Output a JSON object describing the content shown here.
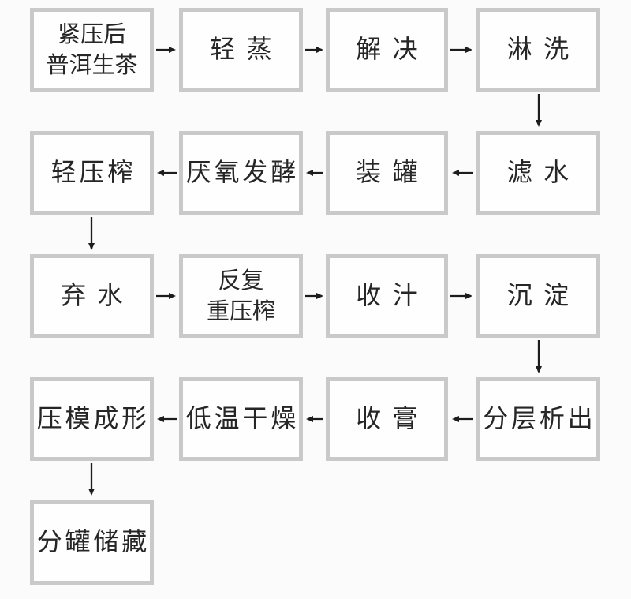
{
  "diagram": {
    "type": "flowchart",
    "subject": "紧压后普洱生茶加工流程",
    "colors": {
      "background": "#fbfbfb",
      "box_fill": "#fefefe",
      "box_border": "#c9c9c9",
      "text": "#262626",
      "arrow": "#1c1c1c"
    },
    "nodes": [
      {
        "id": "compressed-raw-puer",
        "label": "紧压后\n普洱生茶"
      },
      {
        "id": "light-steam",
        "label": "轻蒸"
      },
      {
        "id": "jiejue",
        "label": "解决"
      },
      {
        "id": "rinse",
        "label": "淋洗"
      },
      {
        "id": "filter-water",
        "label": "滤水"
      },
      {
        "id": "fill-jar",
        "label": "装罐"
      },
      {
        "id": "anaerobic-fermentation",
        "label": "厌氧发酵"
      },
      {
        "id": "light-press",
        "label": "轻压榨"
      },
      {
        "id": "discard-water",
        "label": "弃水"
      },
      {
        "id": "repeated-heavy-press",
        "label": "反复\n重压榨"
      },
      {
        "id": "collect-juice",
        "label": "收汁"
      },
      {
        "id": "sedimentation",
        "label": "沉淀"
      },
      {
        "id": "layered-precipitation",
        "label": "分层析出"
      },
      {
        "id": "collect-paste",
        "label": "收膏"
      },
      {
        "id": "low-temp-drying",
        "label": "低温干燥"
      },
      {
        "id": "press-molding",
        "label": "压模成形"
      },
      {
        "id": "jar-storage",
        "label": "分罐储藏"
      }
    ],
    "edges": [
      {
        "from": "compressed-raw-puer",
        "to": "light-steam",
        "direction": "right"
      },
      {
        "from": "light-steam",
        "to": "jiejue",
        "direction": "right"
      },
      {
        "from": "jiejue",
        "to": "rinse",
        "direction": "right"
      },
      {
        "from": "rinse",
        "to": "filter-water",
        "direction": "down"
      },
      {
        "from": "filter-water",
        "to": "fill-jar",
        "direction": "left"
      },
      {
        "from": "fill-jar",
        "to": "anaerobic-fermentation",
        "direction": "left"
      },
      {
        "from": "anaerobic-fermentation",
        "to": "light-press",
        "direction": "left"
      },
      {
        "from": "light-press",
        "to": "discard-water",
        "direction": "down"
      },
      {
        "from": "discard-water",
        "to": "repeated-heavy-press",
        "direction": "right"
      },
      {
        "from": "repeated-heavy-press",
        "to": "collect-juice",
        "direction": "right"
      },
      {
        "from": "collect-juice",
        "to": "sedimentation",
        "direction": "right"
      },
      {
        "from": "sedimentation",
        "to": "layered-precipitation",
        "direction": "down"
      },
      {
        "from": "layered-precipitation",
        "to": "collect-paste",
        "direction": "left"
      },
      {
        "from": "collect-paste",
        "to": "low-temp-drying",
        "direction": "left"
      },
      {
        "from": "low-temp-drying",
        "to": "press-molding",
        "direction": "left"
      },
      {
        "from": "press-molding",
        "to": "jar-storage",
        "direction": "down"
      }
    ]
  }
}
